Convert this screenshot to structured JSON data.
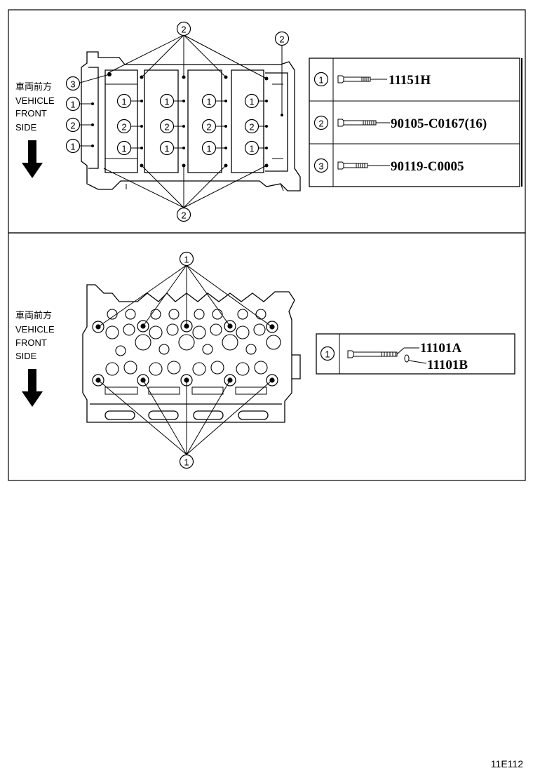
{
  "panel1": {
    "direction_label": [
      "車両前方",
      "VEHICLE",
      "FRONT",
      "SIDE"
    ],
    "callout_num": {
      "a": "1",
      "b": "2",
      "c": "3"
    },
    "parts": [
      {
        "ref": "1",
        "number": "11151H"
      },
      {
        "ref": "2",
        "number": "90105-C0167(16)"
      },
      {
        "ref": "3",
        "number": "90119-C0005"
      }
    ]
  },
  "panel2": {
    "direction_label": [
      "車両前方",
      "VEHICLE",
      "FRONT",
      "SIDE"
    ],
    "callout_num": "1",
    "parts": [
      {
        "ref": "1",
        "numbers": [
          "11101A",
          "11101B"
        ]
      }
    ]
  },
  "figure_id": "11E112"
}
